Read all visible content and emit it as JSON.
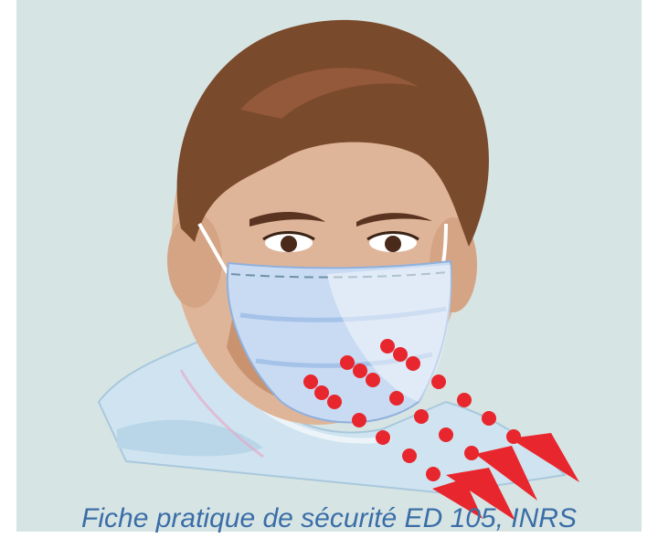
{
  "caption": "Fiche pratique de sécurité ED 105, INRS",
  "colors": {
    "background": "#d7e4e4",
    "hair": "#7a4a2c",
    "skin": "#dfb59a",
    "mask": "#c9dbf3",
    "gown": "#cfe4f0",
    "droplets": "#e8262d",
    "caption_text": "#3a6ea7"
  },
  "icons": {
    "illustration": "person-wearing-surgical-mask",
    "droplets": "red-droplet-dots",
    "arrows": "red-arrows-pointing-down-right"
  }
}
